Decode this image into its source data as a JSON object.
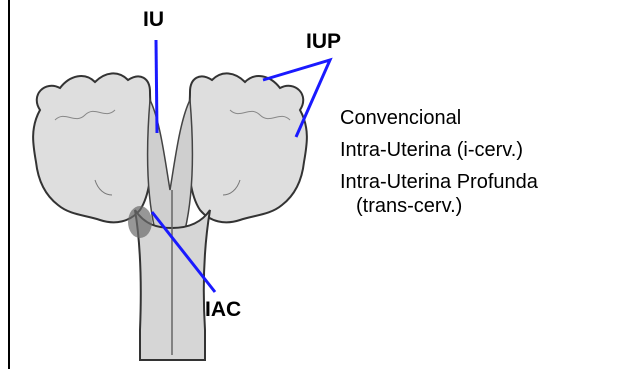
{
  "callouts": {
    "iu": "IU",
    "iup": "IUP",
    "iac": "IAC"
  },
  "legend": {
    "line1": "Convencional",
    "line2": "Intra-Uterina (i-cerv.)",
    "line3": "Intra-Uterina Profunda",
    "line4": "(trans-cerv.)"
  },
  "colors": {
    "pointer": "#1a1aff",
    "tissue_outline": "#333333",
    "tissue_fill": "#d9d9d9"
  }
}
